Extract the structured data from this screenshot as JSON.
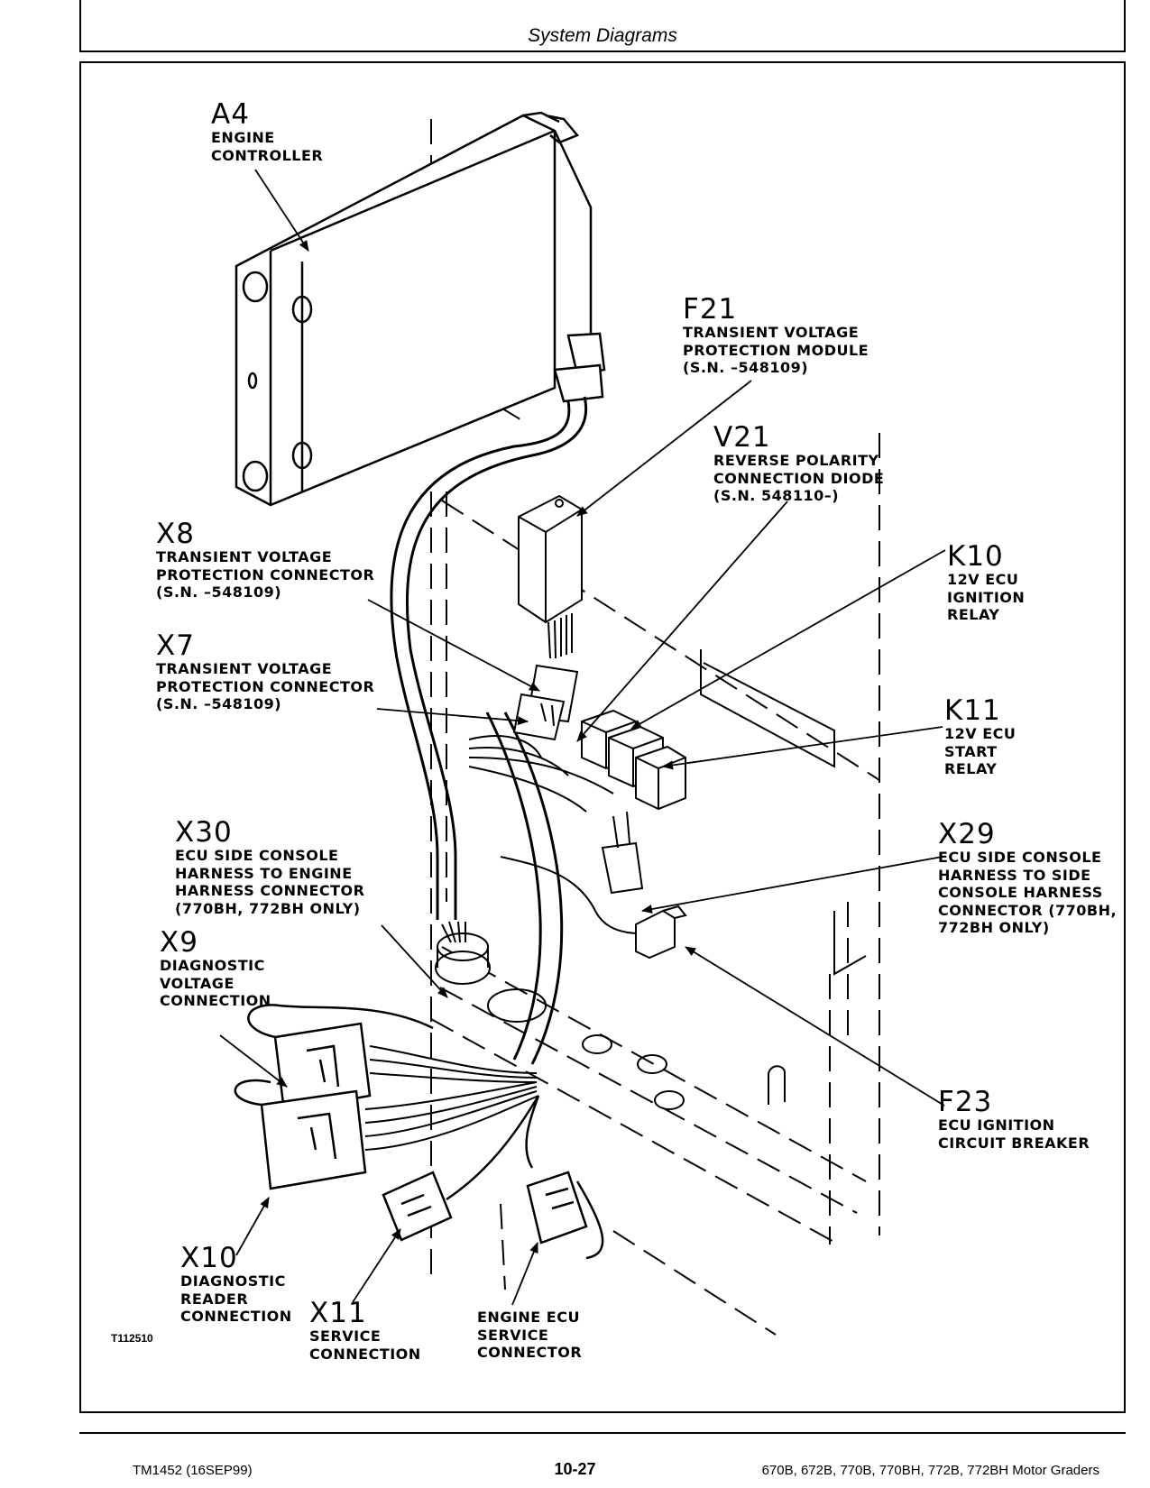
{
  "header": {
    "title": "System Diagrams"
  },
  "figure_id": "T112510",
  "labels": {
    "A4": {
      "id": "A4",
      "lines": [
        "ENGINE",
        "CONTROLLER"
      ]
    },
    "F21": {
      "id": "F21",
      "lines": [
        "TRANSIENT  VOLTAGE",
        "PROTECTION  MODULE",
        "(S.N.  –548109)"
      ]
    },
    "V21": {
      "id": "V21",
      "lines": [
        "REVERSE  POLARITY",
        "CONNECTION  DIODE",
        "(S.N.  548110–)"
      ]
    },
    "X8": {
      "id": "X8",
      "lines": [
        "TRANSIENT  VOLTAGE",
        "PROTECTION  CONNECTOR",
        "(S.N.  –548109)"
      ]
    },
    "K10": {
      "id": "K10",
      "lines": [
        "12V  ECU",
        "IGNITION",
        "RELAY"
      ]
    },
    "X7": {
      "id": "X7",
      "lines": [
        "TRANSIENT  VOLTAGE",
        "PROTECTION  CONNECTOR",
        "(S.N.  –548109)"
      ]
    },
    "K11": {
      "id": "K11",
      "lines": [
        "12V  ECU",
        "START",
        "RELAY"
      ]
    },
    "X30": {
      "id": "X30",
      "lines": [
        "ECU  SIDE  CONSOLE",
        "HARNESS  TO  ENGINE",
        "HARNESS  CONNECTOR",
        "(770BH,  772BH  ONLY)"
      ]
    },
    "X29": {
      "id": "X29",
      "lines": [
        "ECU  SIDE  CONSOLE",
        "HARNESS  TO  SIDE",
        "CONSOLE  HARNESS",
        "CONNECTOR  (770BH,",
        "772BH  ONLY)"
      ]
    },
    "X9": {
      "id": "X9",
      "lines": [
        "DIAGNOSTIC",
        "VOLTAGE",
        "CONNECTION"
      ]
    },
    "F23": {
      "id": "F23",
      "lines": [
        "ECU  IGNITION",
        "CIRCUIT  BREAKER"
      ]
    },
    "X10": {
      "id": "X10",
      "lines": [
        "DIAGNOSTIC",
        "READER",
        "CONNECTION"
      ]
    },
    "X11": {
      "id": "X11",
      "lines": [
        "SERVICE",
        "CONNECTION"
      ]
    },
    "ENG": {
      "id": "",
      "lines": [
        "ENGINE  ECU",
        "SERVICE",
        "CONNECTOR"
      ]
    }
  },
  "footer": {
    "left": "TM1452 (16SEP99)",
    "center": "10-27",
    "right": "670B, 672B, 770B, 770BH, 772B, 772BH Motor Graders"
  }
}
